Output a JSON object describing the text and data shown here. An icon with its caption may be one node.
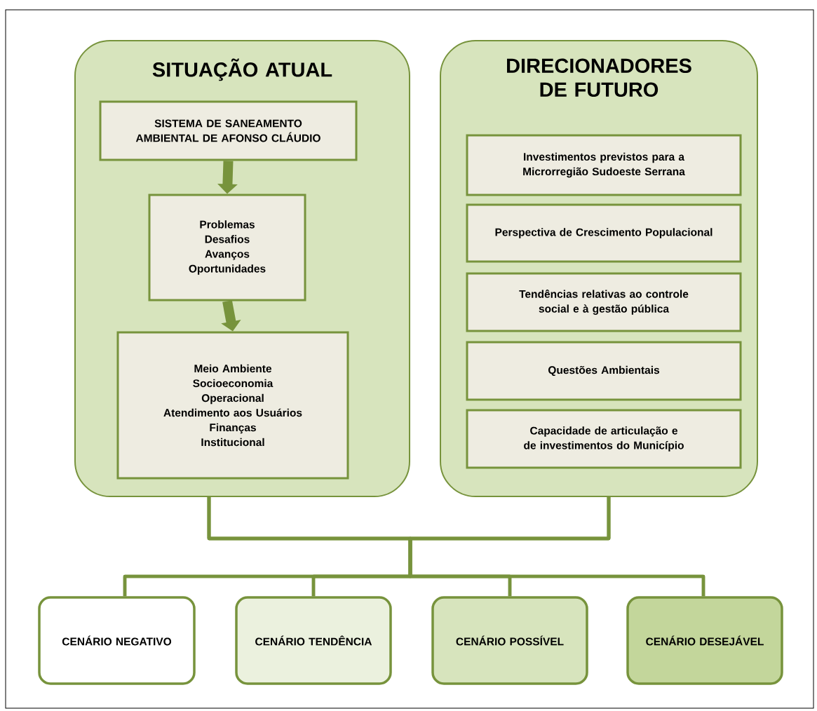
{
  "diagram": {
    "nodes": [
      {
        "text": [
          "SITUAÇÃO ATUAL"
        ]
      },
      {
        "text": [
          "SISTEMA DE SANEAMENTO AMBIENTAL DE AFONSO CLÁUDIO"
        ],
        "in": 0
      },
      {
        "text": [
          "Problemas",
          "Desafios",
          "Avanços",
          "Oportunidades"
        ],
        "in": 0
      },
      {
        "text": [
          "Meio Ambiente",
          "Socioeconomia",
          "Operacional",
          "Atendimento aos Usuários",
          "Finanças",
          "Institucional"
        ],
        "in": 0
      },
      {
        "text": [
          "DIRECIONADORES DE FUTURO"
        ]
      },
      {
        "text": [
          "Investimentos previstos para a Microrregião Sudoeste Serrana"
        ],
        "in": 4
      },
      {
        "text": [
          "Perspectiva de Crescimento Populacional"
        ],
        "in": 4
      },
      {
        "text": [
          "Tendências relativas ao controle social e à gestão pública"
        ],
        "in": 4
      },
      {
        "text": [
          "Questões Ambientais"
        ],
        "in": 4
      },
      {
        "text": [
          "Capacidade de articulação e de investimentos do Município"
        ],
        "in": 4
      },
      {
        "text": [
          "CENÁRIO NEGATIVO"
        ]
      },
      {
        "text": [
          "CENÁRIO TENDÊNCIA"
        ]
      },
      {
        "text": [
          "CENÁRIO POSSÍVEL"
        ]
      },
      {
        "text": [
          "CENÁRIO DESEJÁVEL"
        ]
      }
    ],
    "edges": [
      {
        "from": 1,
        "to": 2,
        "arrow": "to",
        "style": "thick"
      },
      {
        "from": 2,
        "to": 3,
        "arrow": "to",
        "style": "thick"
      },
      {
        "from": 0,
        "to": 10,
        "arrow": "none"
      },
      {
        "from": 0,
        "to": 11,
        "arrow": "none"
      },
      {
        "from": 0,
        "to": 12,
        "arrow": "none"
      },
      {
        "from": 0,
        "to": 13,
        "arrow": "none"
      },
      {
        "from": 4,
        "to": 10,
        "arrow": "none"
      },
      {
        "from": 4,
        "to": 11,
        "arrow": "none"
      },
      {
        "from": 4,
        "to": 12,
        "arrow": "none"
      },
      {
        "from": 4,
        "to": 13,
        "arrow": "none"
      }
    ]
  }
}
